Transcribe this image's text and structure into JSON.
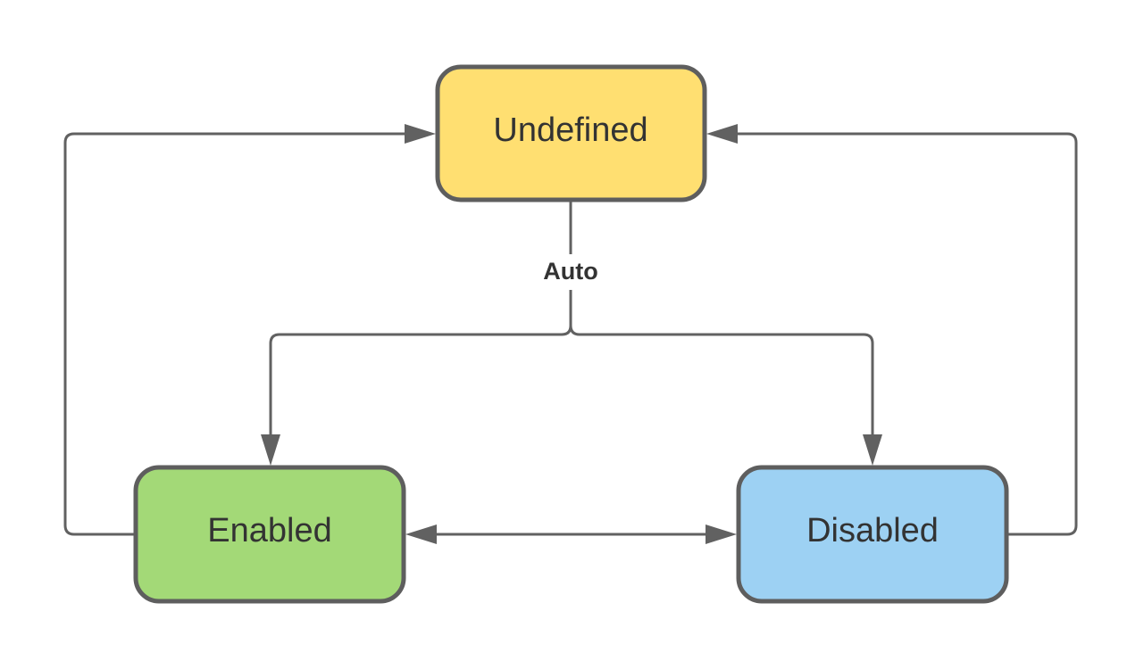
{
  "diagram": {
    "nodes": {
      "undefined": {
        "label": "Undefined",
        "color": "#ffdf71"
      },
      "enabled": {
        "label": "Enabled",
        "color": "#a3d977"
      },
      "disabled": {
        "label": "Disabled",
        "color": "#9dd1f3"
      }
    },
    "edges": [
      {
        "from": "undefined",
        "to": "enabled",
        "label": "Auto"
      },
      {
        "from": "undefined",
        "to": "disabled",
        "label": "Auto"
      },
      {
        "from": "enabled",
        "to": "undefined"
      },
      {
        "from": "disabled",
        "to": "undefined"
      },
      {
        "from": "enabled",
        "to": "disabled",
        "bidirectional": true
      }
    ],
    "auto_label": "Auto",
    "stroke_color": "#616161"
  }
}
